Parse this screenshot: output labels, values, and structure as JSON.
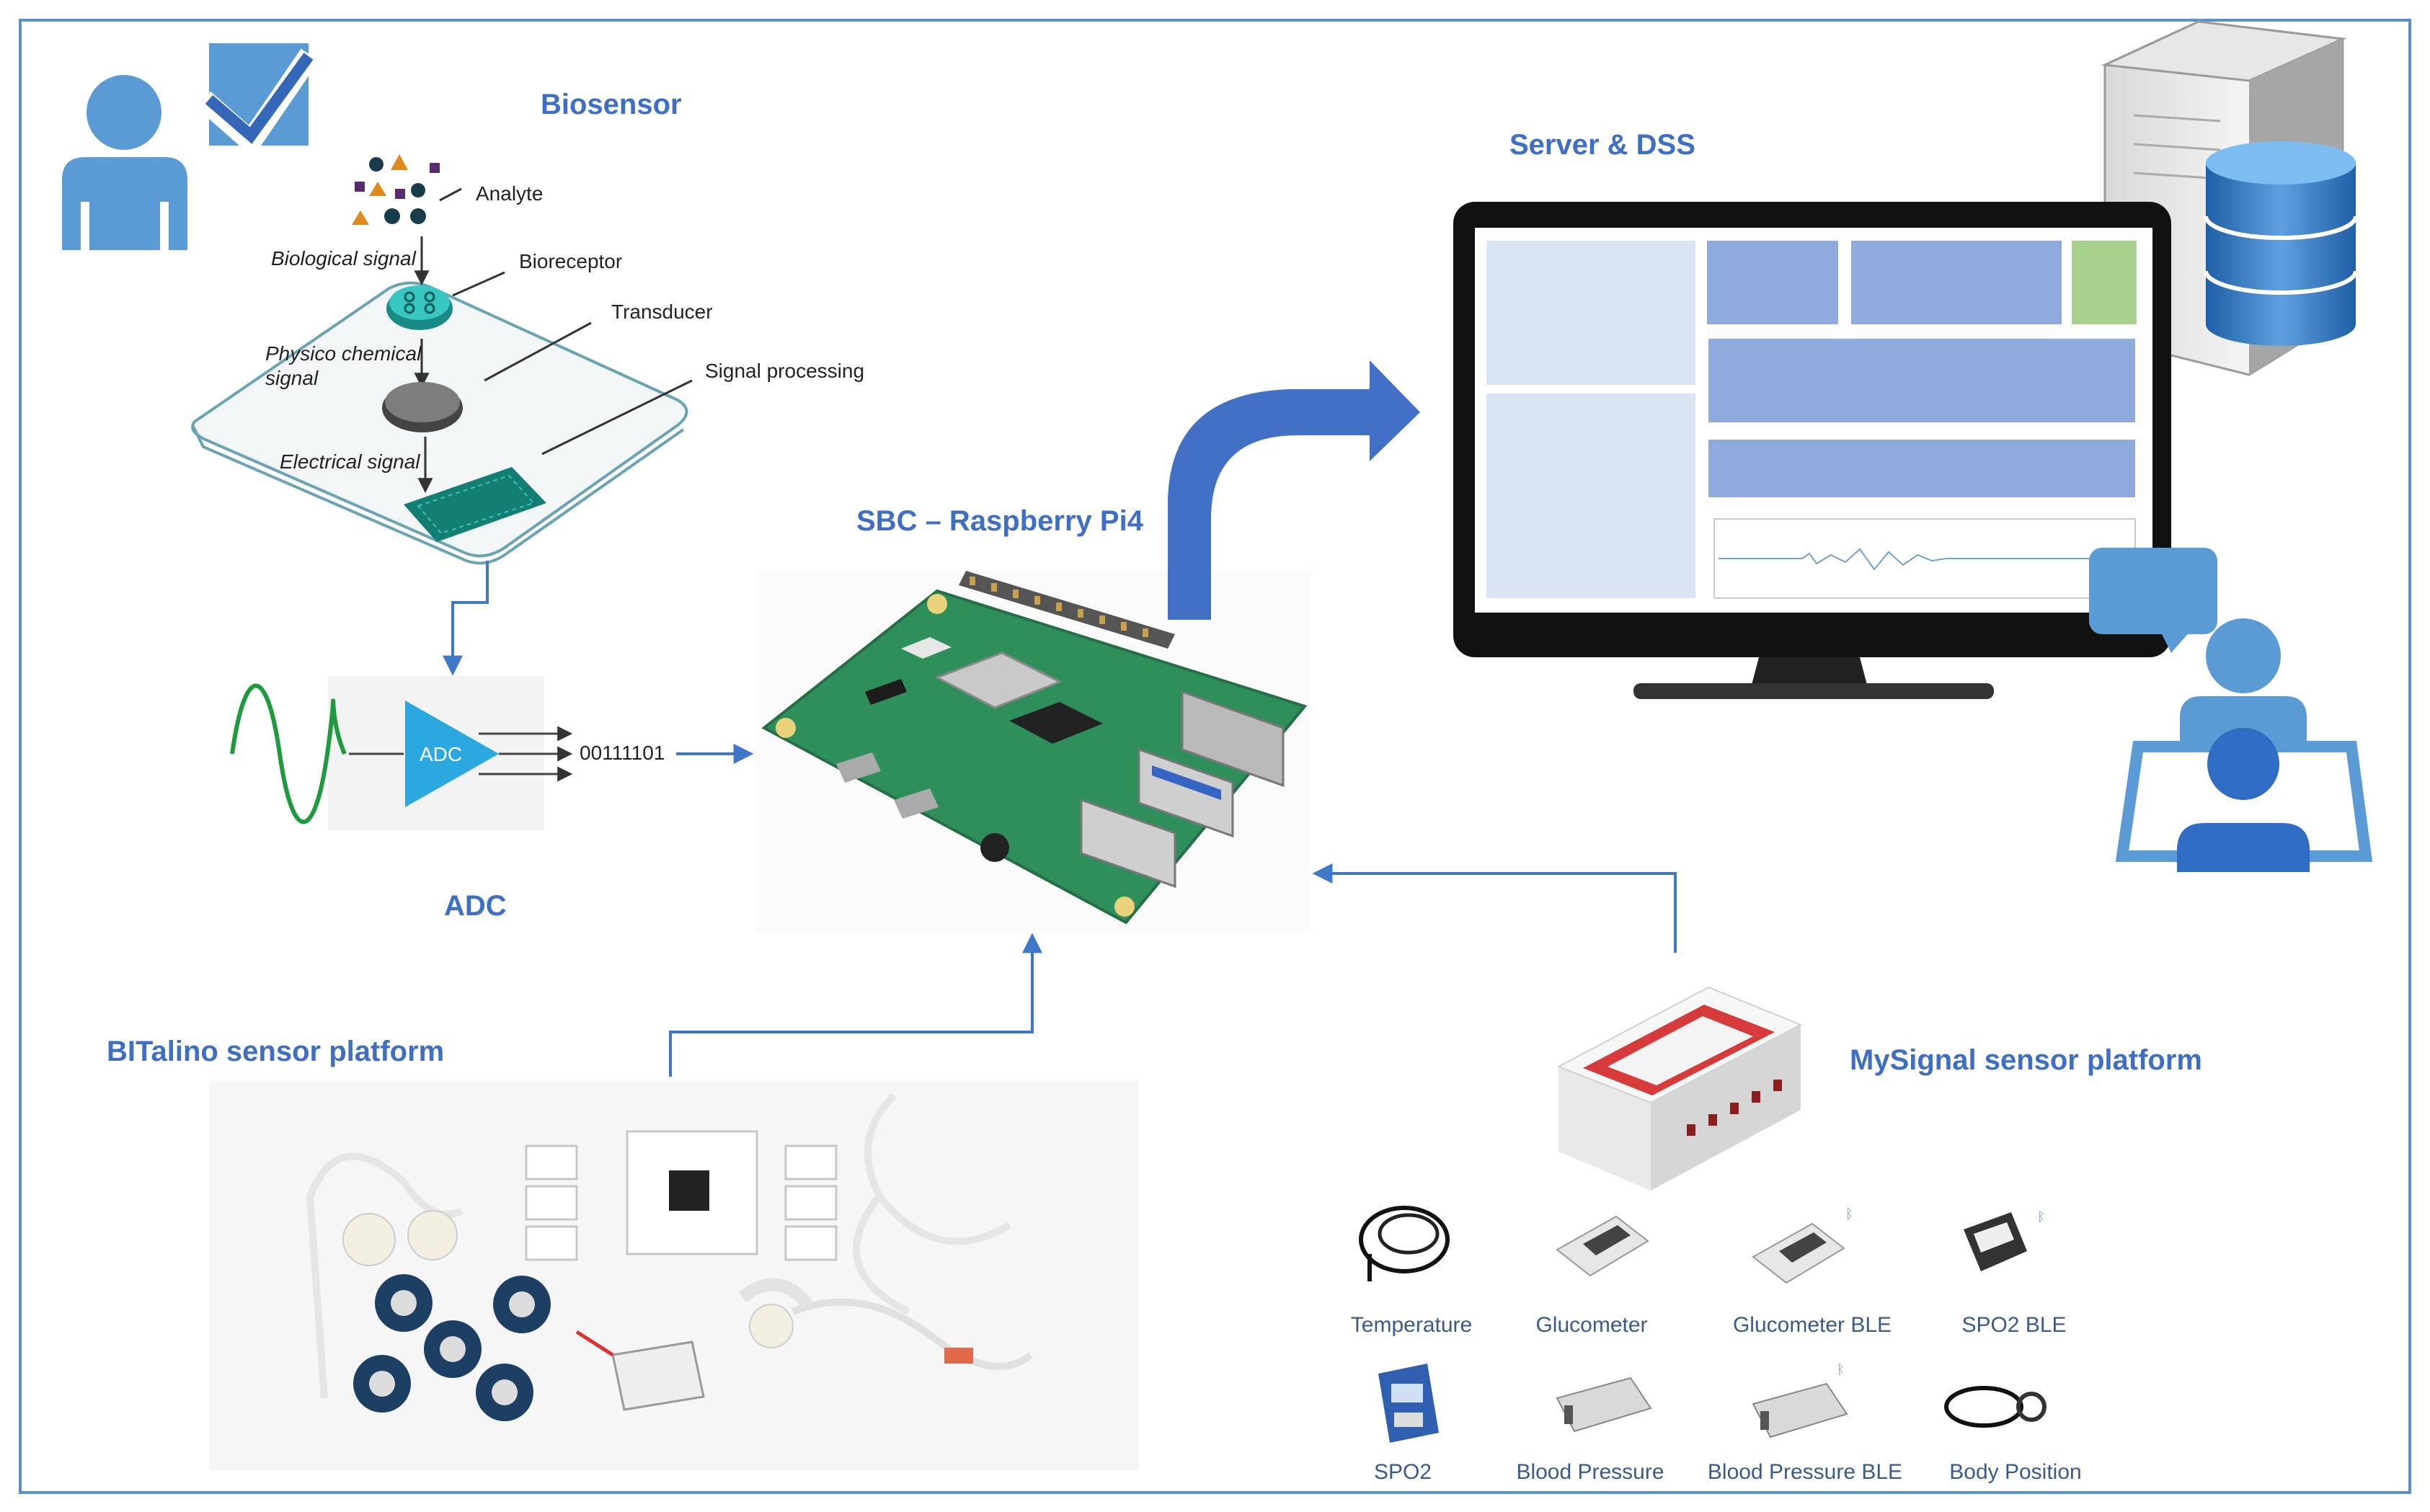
{
  "colors": {
    "frame": "#5b8fd0",
    "heading": "#3f6fc3",
    "person": "#5b9bd5",
    "person_dark": "#2f6cc4",
    "arrow": "#3f78c8",
    "big_arrow": "#4270c6",
    "pcb": "#2f8f5b",
    "sine": "#1f9a3f",
    "adc": "#2ba8e0",
    "mysignal_red": "#d63a3a"
  },
  "headings": {
    "biosensor": "Biosensor",
    "server": "Server & DSS",
    "sbc": "SBC – Raspberry Pi4",
    "adc": "ADC",
    "bitalino": "BITalino sensor platform",
    "mysignal": "MySignal sensor platform"
  },
  "biosensor": {
    "analyte": "Analyte",
    "biological_signal": "Biological signal",
    "bioreceptor": "Bioreceptor",
    "transducer": "Transducer",
    "physico_line1": "Physico chemical",
    "physico_line2": "signal",
    "signal_processing": "Signal processing",
    "electrical_signal": "Electrical signal"
  },
  "adc": {
    "chip_label": "ADC",
    "binary_output": "00111101"
  },
  "mysignal_sensors": [
    {
      "label": "Temperature",
      "icon": "cable-probe-icon"
    },
    {
      "label": "Glucometer",
      "icon": "glucometer-icon"
    },
    {
      "label": "Glucometer BLE",
      "icon": "glucometer-ble-icon"
    },
    {
      "label": "SPO2 BLE",
      "icon": "oximeter-ble-icon"
    },
    {
      "label": "SPO2",
      "icon": "oximeter-icon"
    },
    {
      "label": "Blood Pressure",
      "icon": "blood-pressure-cuff-icon"
    },
    {
      "label": "Blood Pressure BLE",
      "icon": "blood-pressure-ble-icon"
    },
    {
      "label": "Body Position",
      "icon": "body-position-strap-icon"
    }
  ],
  "icons": {
    "user": "person-icon",
    "check": "checkbox-checked-icon",
    "server": "server-tower-icon",
    "database": "database-icon",
    "monitor": "monitor-icon",
    "chat": "chat-bubble-icon",
    "clinician": "doctor-desk-icon"
  }
}
